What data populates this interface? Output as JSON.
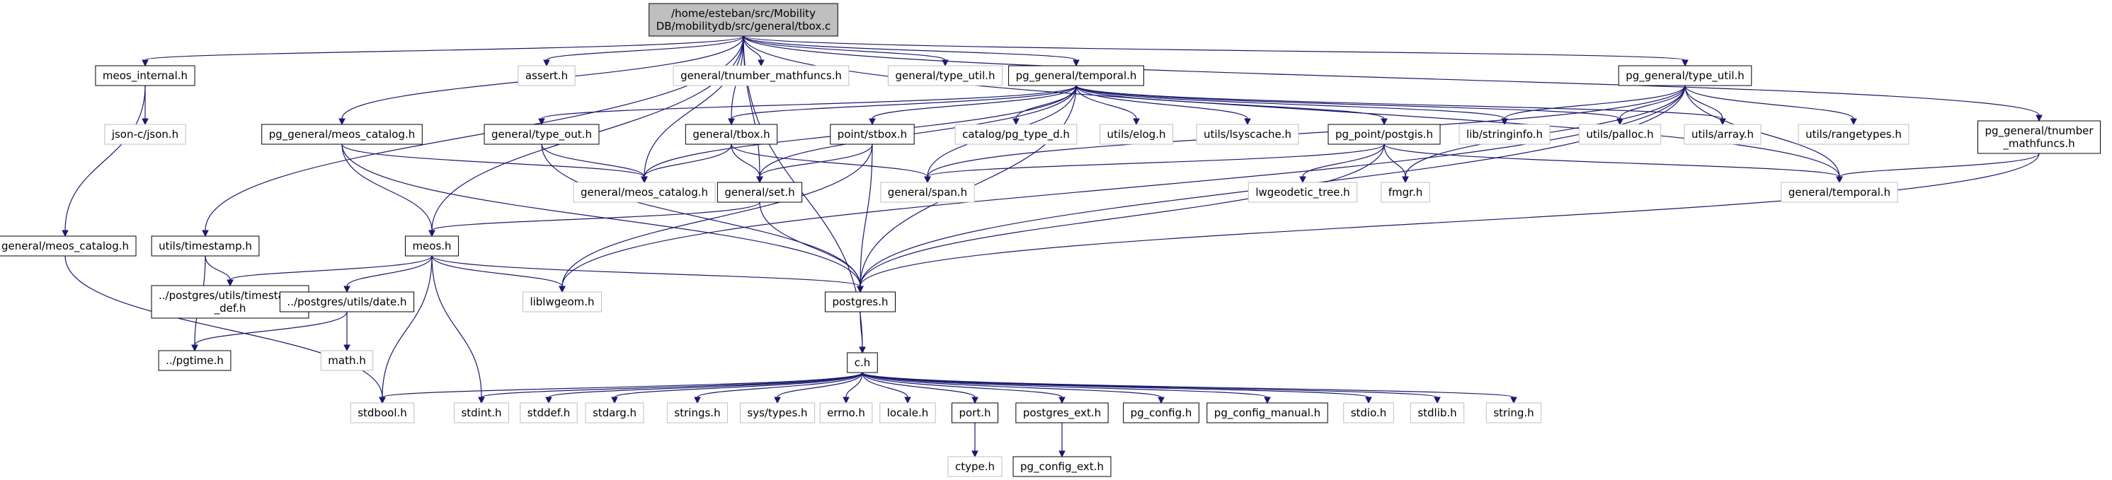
{
  "colors": {
    "edge": "#191970",
    "node_border": "#000000",
    "missing_border": "#bfbfbf",
    "root_fill": "#bfbfbf"
  },
  "nodes": [
    {
      "id": "root",
      "lines": [
        "/home/esteban/src/Mobility",
        "DB/mobilitydb/src/general/tbox.c"
      ],
      "style": "root"
    },
    {
      "id": "meos_internal",
      "lines": [
        "meos_internal.h"
      ],
      "style": "normal"
    },
    {
      "id": "assert",
      "lines": [
        "assert.h"
      ],
      "style": "missing"
    },
    {
      "id": "tnumber_mathfuncs",
      "lines": [
        "general/tnumber_mathfuncs.h"
      ],
      "style": "missing"
    },
    {
      "id": "general_type_util",
      "lines": [
        "general/type_util.h"
      ],
      "style": "missing"
    },
    {
      "id": "pg_temporal",
      "lines": [
        "pg_general/temporal.h"
      ],
      "style": "normal"
    },
    {
      "id": "pg_type_util",
      "lines": [
        "pg_general/type_util.h"
      ],
      "style": "normal"
    },
    {
      "id": "pg_tnumber_mathfuncs",
      "lines": [
        "pg_general/tnumber",
        "_mathfuncs.h"
      ],
      "style": "normal"
    },
    {
      "id": "json",
      "lines": [
        "json-c/json.h"
      ],
      "style": "missing"
    },
    {
      "id": "pg_meos_catalog",
      "lines": [
        "pg_general/meos_catalog.h"
      ],
      "style": "normal"
    },
    {
      "id": "type_out",
      "lines": [
        "general/type_out.h"
      ],
      "style": "normal"
    },
    {
      "id": "general_tbox",
      "lines": [
        "general/tbox.h"
      ],
      "style": "normal"
    },
    {
      "id": "stbox",
      "lines": [
        "point/stbox.h"
      ],
      "style": "normal"
    },
    {
      "id": "pg_type_d",
      "lines": [
        "catalog/pg_type_d.h"
      ],
      "style": "missing"
    },
    {
      "id": "elog",
      "lines": [
        "utils/elog.h"
      ],
      "style": "missing"
    },
    {
      "id": "lsyscache",
      "lines": [
        "utils/lsyscache.h"
      ],
      "style": "missing"
    },
    {
      "id": "pg_postgis",
      "lines": [
        "pg_point/postgis.h"
      ],
      "style": "normal"
    },
    {
      "id": "stringinfo",
      "lines": [
        "lib/stringinfo.h"
      ],
      "style": "missing"
    },
    {
      "id": "palloc",
      "lines": [
        "utils/palloc.h"
      ],
      "style": "missing"
    },
    {
      "id": "array",
      "lines": [
        "utils/array.h"
      ],
      "style": "missing"
    },
    {
      "id": "rangetypes",
      "lines": [
        "utils/rangetypes.h"
      ],
      "style": "missing"
    },
    {
      "id": "meos_catalog_missing",
      "lines": [
        "general/meos_catalog.h"
      ],
      "style": "missing"
    },
    {
      "id": "general_set",
      "lines": [
        "general/set.h"
      ],
      "style": "normal"
    },
    {
      "id": "span",
      "lines": [
        "general/span.h"
      ],
      "style": "missing"
    },
    {
      "id": "lwgeodetic",
      "lines": [
        "lwgeodetic_tree.h"
      ],
      "style": "missing"
    },
    {
      "id": "fmgr",
      "lines": [
        "fmgr.h"
      ],
      "style": "missing"
    },
    {
      "id": "general_temporal",
      "lines": [
        "general/temporal.h"
      ],
      "style": "missing"
    },
    {
      "id": "general_meos_catalog",
      "lines": [
        "general/meos_catalog.h"
      ],
      "style": "normal"
    },
    {
      "id": "utils_timestamp",
      "lines": [
        "utils/timestamp.h"
      ],
      "style": "normal"
    },
    {
      "id": "meos",
      "lines": [
        "meos.h"
      ],
      "style": "normal"
    },
    {
      "id": "timestamp_def",
      "lines": [
        "../postgres/utils/timestamp",
        "_def.h"
      ],
      "style": "normal"
    },
    {
      "id": "date",
      "lines": [
        "../postgres/utils/date.h"
      ],
      "style": "normal"
    },
    {
      "id": "liblwgeom",
      "lines": [
        "liblwgeom.h"
      ],
      "style": "missing"
    },
    {
      "id": "postgres",
      "lines": [
        "postgres.h"
      ],
      "style": "normal"
    },
    {
      "id": "math",
      "lines": [
        "math.h"
      ],
      "style": "missing"
    },
    {
      "id": "pgtime",
      "lines": [
        "../pgtime.h"
      ],
      "style": "normal"
    },
    {
      "id": "c",
      "lines": [
        "c.h"
      ],
      "style": "normal"
    },
    {
      "id": "stdbool",
      "lines": [
        "stdbool.h"
      ],
      "style": "missing"
    },
    {
      "id": "stdint",
      "lines": [
        "stdint.h"
      ],
      "style": "missing"
    },
    {
      "id": "stddef",
      "lines": [
        "stddef.h"
      ],
      "style": "missing"
    },
    {
      "id": "stdarg",
      "lines": [
        "stdarg.h"
      ],
      "style": "missing"
    },
    {
      "id": "strings",
      "lines": [
        "strings.h"
      ],
      "style": "missing"
    },
    {
      "id": "sys_types",
      "lines": [
        "sys/types.h"
      ],
      "style": "missing"
    },
    {
      "id": "errno",
      "lines": [
        "errno.h"
      ],
      "style": "missing"
    },
    {
      "id": "locale",
      "lines": [
        "locale.h"
      ],
      "style": "missing"
    },
    {
      "id": "port",
      "lines": [
        "port.h"
      ],
      "style": "normal"
    },
    {
      "id": "postgres_ext",
      "lines": [
        "postgres_ext.h"
      ],
      "style": "normal"
    },
    {
      "id": "pg_config",
      "lines": [
        "pg_config.h"
      ],
      "style": "normal"
    },
    {
      "id": "pg_config_manual",
      "lines": [
        "pg_config_manual.h"
      ],
      "style": "normal"
    },
    {
      "id": "stdio",
      "lines": [
        "stdio.h"
      ],
      "style": "missing"
    },
    {
      "id": "stdlib",
      "lines": [
        "stdlib.h"
      ],
      "style": "missing"
    },
    {
      "id": "string",
      "lines": [
        "string.h"
      ],
      "style": "missing"
    },
    {
      "id": "ctype",
      "lines": [
        "ctype.h"
      ],
      "style": "missing"
    },
    {
      "id": "pg_config_ext",
      "lines": [
        "pg_config_ext.h"
      ],
      "style": "normal"
    }
  ],
  "edges": [
    [
      "root",
      "meos_internal"
    ],
    [
      "root",
      "assert"
    ],
    [
      "root",
      "tnumber_mathfuncs"
    ],
    [
      "root",
      "general_type_util"
    ],
    [
      "root",
      "pg_temporal"
    ],
    [
      "root",
      "pg_type_util"
    ],
    [
      "root",
      "pg_tnumber_mathfuncs"
    ],
    [
      "root",
      "pg_meos_catalog"
    ],
    [
      "root",
      "general_tbox"
    ],
    [
      "root",
      "general_set"
    ],
    [
      "root",
      "meos"
    ],
    [
      "root",
      "utils_timestamp"
    ],
    [
      "root",
      "general_temporal"
    ],
    [
      "root",
      "c"
    ],
    [
      "root",
      "meos_catalog_missing"
    ],
    [
      "meos_internal",
      "json"
    ],
    [
      "meos_internal",
      "general_meos_catalog"
    ],
    [
      "pg_temporal",
      "type_out"
    ],
    [
      "pg_temporal",
      "general_tbox"
    ],
    [
      "pg_temporal",
      "stbox"
    ],
    [
      "pg_temporal",
      "pg_type_d"
    ],
    [
      "pg_temporal",
      "elog"
    ],
    [
      "pg_temporal",
      "lsyscache"
    ],
    [
      "pg_temporal",
      "pg_postgis"
    ],
    [
      "pg_temporal",
      "stringinfo"
    ],
    [
      "pg_temporal",
      "palloc"
    ],
    [
      "pg_temporal",
      "array"
    ],
    [
      "pg_temporal",
      "general_set"
    ],
    [
      "pg_temporal",
      "span"
    ],
    [
      "pg_temporal",
      "meos_catalog_missing"
    ],
    [
      "pg_temporal",
      "postgres"
    ],
    [
      "pg_type_util",
      "stringinfo"
    ],
    [
      "pg_type_util",
      "palloc"
    ],
    [
      "pg_type_util",
      "array"
    ],
    [
      "pg_type_util",
      "rangetypes"
    ],
    [
      "pg_type_util",
      "general_temporal"
    ],
    [
      "pg_type_util",
      "fmgr"
    ],
    [
      "pg_type_util",
      "span"
    ],
    [
      "pg_type_util",
      "liblwgeom"
    ],
    [
      "pg_type_util",
      "postgres"
    ],
    [
      "pg_tnumber_mathfuncs",
      "general_temporal"
    ],
    [
      "pg_tnumber_mathfuncs",
      "postgres"
    ],
    [
      "pg_meos_catalog",
      "meos_catalog_missing"
    ],
    [
      "pg_meos_catalog",
      "meos"
    ],
    [
      "pg_meos_catalog",
      "postgres"
    ],
    [
      "type_out",
      "meos_catalog_missing"
    ],
    [
      "type_out",
      "postgres"
    ],
    [
      "general_tbox",
      "meos_catalog_missing"
    ],
    [
      "general_tbox",
      "general_set"
    ],
    [
      "general_tbox",
      "span"
    ],
    [
      "stbox",
      "general_set"
    ],
    [
      "stbox",
      "postgres"
    ],
    [
      "stbox",
      "liblwgeom"
    ],
    [
      "pg_postgis",
      "span"
    ],
    [
      "pg_postgis",
      "lwgeodetic"
    ],
    [
      "pg_postgis",
      "fmgr"
    ],
    [
      "pg_postgis",
      "general_temporal"
    ],
    [
      "pg_postgis",
      "postgres"
    ],
    [
      "general_set",
      "meos"
    ],
    [
      "general_set",
      "postgres"
    ],
    [
      "general_meos_catalog",
      "stdbool"
    ],
    [
      "utils_timestamp",
      "timestamp_def"
    ],
    [
      "utils_timestamp",
      "pgtime"
    ],
    [
      "meos",
      "timestamp_def"
    ],
    [
      "meos",
      "date"
    ],
    [
      "meos",
      "liblwgeom"
    ],
    [
      "meos",
      "postgres"
    ],
    [
      "meos",
      "stdbool"
    ],
    [
      "meos",
      "stdint"
    ],
    [
      "date",
      "math"
    ],
    [
      "date",
      "pgtime"
    ],
    [
      "postgres",
      "c"
    ],
    [
      "c",
      "stdbool"
    ],
    [
      "c",
      "stdint"
    ],
    [
      "c",
      "stddef"
    ],
    [
      "c",
      "stdarg"
    ],
    [
      "c",
      "strings"
    ],
    [
      "c",
      "sys_types"
    ],
    [
      "c",
      "errno"
    ],
    [
      "c",
      "locale"
    ],
    [
      "c",
      "port"
    ],
    [
      "c",
      "postgres_ext"
    ],
    [
      "c",
      "pg_config"
    ],
    [
      "c",
      "pg_config_manual"
    ],
    [
      "c",
      "stdio"
    ],
    [
      "c",
      "stdlib"
    ],
    [
      "c",
      "string"
    ],
    [
      "port",
      "ctype"
    ],
    [
      "postgres_ext",
      "pg_config_ext"
    ]
  ]
}
